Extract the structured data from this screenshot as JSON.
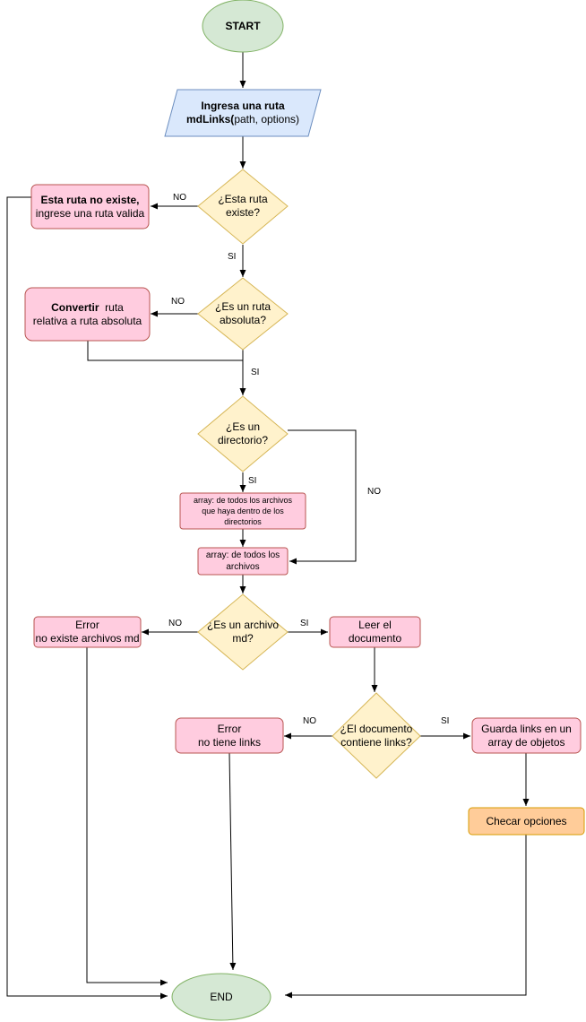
{
  "colors": {
    "terminal_fill": "#d5e8d4",
    "terminal_stroke": "#82b366",
    "io_fill": "#dae8fc",
    "io_stroke": "#6c8ebf",
    "decision_fill": "#fff2cc",
    "decision_stroke": "#d6b656",
    "process_fill": "#ffccdf",
    "process_stroke": "#b85450",
    "options_fill": "#ffcc99",
    "options_stroke": "#d79b00",
    "line": "#000000"
  },
  "nodes": {
    "start": {
      "text": "START"
    },
    "input": {
      "line1": "Ingresa una ruta",
      "line2_bold": "mdLinks(",
      "line2_rest": "path, options)"
    },
    "exists_decision": {
      "line1": "¿Esta ruta",
      "line2": "existe?"
    },
    "not_exists": {
      "line1": "Esta ruta no existe,",
      "line2": "ingrese una ruta valida"
    },
    "absolute_decision": {
      "line1": "¿Es un ruta",
      "line2": "absoluta?"
    },
    "convert": {
      "line1_bold": "Convertir",
      "line1_rest": "  ruta",
      "line2": "relativa a ruta absoluta"
    },
    "directory_decision": {
      "line1": "¿Es un",
      "line2": "directorio?"
    },
    "array_dirs": {
      "line1": "array: de todos los archivos",
      "line2": "que haya dentro de los",
      "line3": "directorios"
    },
    "array_files": {
      "line1": "array: de todos los",
      "line2": "archivos"
    },
    "md_decision": {
      "line1": "¿Es un archivo",
      "line2": "md?"
    },
    "no_md_error": {
      "line1": "Error",
      "line2": "no existe archivos md"
    },
    "read_doc": {
      "line1": "Leer el",
      "line2": "documento"
    },
    "links_decision": {
      "line1": "¿El documento",
      "line2": "contiene links?"
    },
    "no_links_error": {
      "line1": "Error",
      "line2": "no tiene links"
    },
    "save_links": {
      "line1": "Guarda links en un",
      "line2": "array de objetos"
    },
    "check_options": {
      "text": "Checar opciones"
    },
    "end": {
      "text": "END"
    }
  },
  "edges": {
    "exists_no": "NO",
    "exists_yes": "SI",
    "absolute_no": "NO",
    "absolute_yes": "SI",
    "directory_yes": "SI",
    "directory_no": "NO",
    "md_no": "NO",
    "md_yes": "SI",
    "links_no": "NO",
    "links_yes": "SI"
  }
}
